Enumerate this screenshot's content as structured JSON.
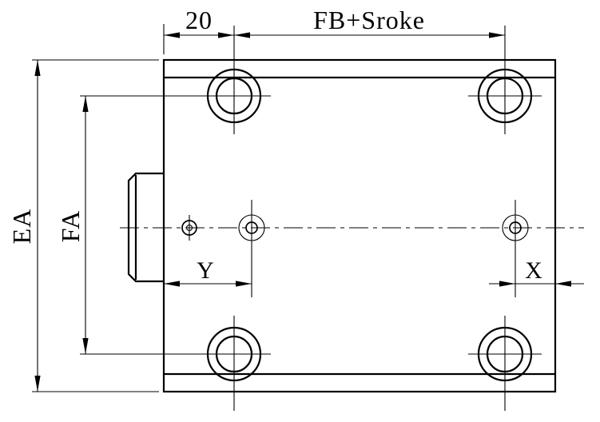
{
  "drawing": {
    "background": "#ffffff",
    "line_color": "#000000",
    "dimensions": {
      "offset_20": {
        "label": "20"
      },
      "fb_stroke": {
        "label": "FB+Sroke"
      },
      "ea": {
        "label": "EA"
      },
      "fa": {
        "label": "FA"
      },
      "y": {
        "label": "Y"
      },
      "x": {
        "label": "X"
      }
    }
  }
}
